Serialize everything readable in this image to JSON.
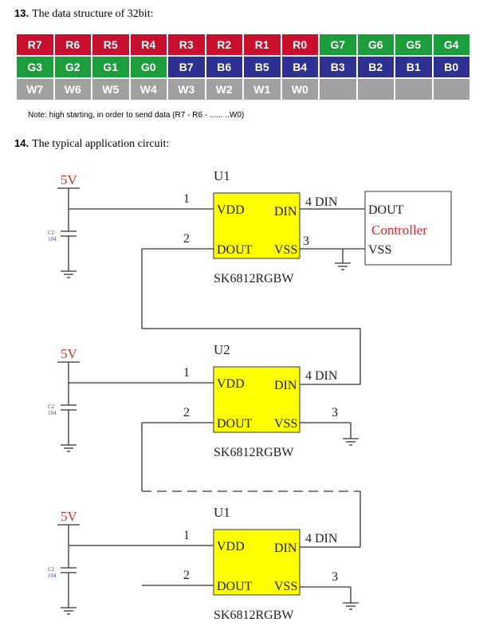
{
  "section13": {
    "number": "13.",
    "title": "The data structure of 32bit:"
  },
  "colors": {
    "red": "#c8102e",
    "green": "#1a9d3a",
    "blue": "#2e3192",
    "gray": "#a0a0a0"
  },
  "bit_table": [
    [
      {
        "label": "R7",
        "color": "red"
      },
      {
        "label": "R6",
        "color": "red"
      },
      {
        "label": "R5",
        "color": "red"
      },
      {
        "label": "R4",
        "color": "red"
      },
      {
        "label": "R3",
        "color": "red"
      },
      {
        "label": "R2",
        "color": "red"
      },
      {
        "label": "R1",
        "color": "red"
      },
      {
        "label": "R0",
        "color": "red"
      },
      {
        "label": "G7",
        "color": "green"
      },
      {
        "label": "G6",
        "color": "green"
      },
      {
        "label": "G5",
        "color": "green"
      },
      {
        "label": "G4",
        "color": "green"
      }
    ],
    [
      {
        "label": "G3",
        "color": "green"
      },
      {
        "label": "G2",
        "color": "green"
      },
      {
        "label": "G1",
        "color": "green"
      },
      {
        "label": "G0",
        "color": "green"
      },
      {
        "label": "B7",
        "color": "blue"
      },
      {
        "label": "B6",
        "color": "blue"
      },
      {
        "label": "B5",
        "color": "blue"
      },
      {
        "label": "B4",
        "color": "blue"
      },
      {
        "label": "B3",
        "color": "blue"
      },
      {
        "label": "B2",
        "color": "blue"
      },
      {
        "label": "B1",
        "color": "blue"
      },
      {
        "label": "B0",
        "color": "blue"
      }
    ],
    [
      {
        "label": "W7",
        "color": "gray"
      },
      {
        "label": "W6",
        "color": "gray"
      },
      {
        "label": "W5",
        "color": "gray"
      },
      {
        "label": "W4",
        "color": "gray"
      },
      {
        "label": "W3",
        "color": "gray"
      },
      {
        "label": "W2",
        "color": "gray"
      },
      {
        "label": "W1",
        "color": "gray"
      },
      {
        "label": "W0",
        "color": "gray"
      },
      {
        "label": "",
        "color": "gray"
      },
      {
        "label": "",
        "color": "gray"
      },
      {
        "label": "",
        "color": "gray"
      },
      {
        "label": "",
        "color": "gray"
      }
    ]
  ],
  "note": "Note: high starting, in order to send data (R7 - R6 - ...... ..W0)",
  "section14": {
    "number": "14.",
    "title": "The typical application circuit:"
  },
  "circuit": {
    "supply_label": "5V",
    "cap_label": [
      "C2",
      "104"
    ],
    "chip_color": "#ffff00",
    "chips": [
      {
        "ref": "U1",
        "part": "SK6812RGBW",
        "pin_vdd": "VDD",
        "pin_din": "DIN",
        "pin_dout": "DOUT",
        "pin_vss": "VSS",
        "num1": "1",
        "num2": "2",
        "num3": "3",
        "num4_din": "4 DIN"
      },
      {
        "ref": "U2",
        "part": "SK6812RGBW",
        "pin_vdd": "VDD",
        "pin_din": "DIN",
        "pin_dout": "DOUT",
        "pin_vss": "VSS",
        "num1": "1",
        "num2": "2",
        "num3": "3",
        "num4_din": "4 DIN"
      },
      {
        "ref": "U1",
        "part": "SK6812RGBW",
        "pin_vdd": "VDD",
        "pin_din": "DIN",
        "pin_dout": "DOUT",
        "pin_vss": "VSS",
        "num1": "1",
        "num2": "2",
        "num3": "3",
        "num4_din": "4 DIN"
      }
    ],
    "controller": {
      "dout": "DOUT",
      "label": "Controller",
      "vss": "VSS",
      "label_color": "#e8202a"
    }
  }
}
